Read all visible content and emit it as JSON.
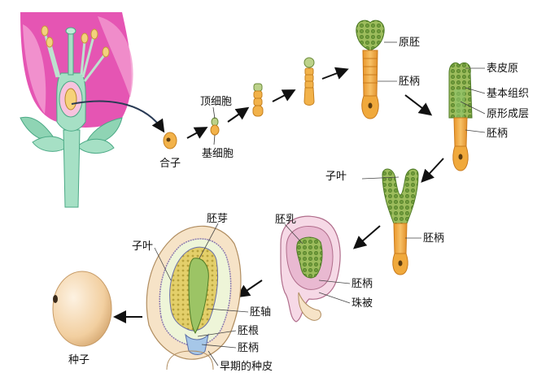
{
  "labels": {
    "zygote": "合子",
    "apical_cell": "顶细胞",
    "basal_cell": "基细胞",
    "proembryo": "原胚",
    "suspensor_1": "胚柄",
    "protoderm": "表皮原",
    "ground_meristem": "基本组织",
    "procambium": "原形成层",
    "suspensor_2": "胚柄",
    "cotyledon_1": "子叶",
    "suspensor_3": "胚柄",
    "endosperm": "胚乳",
    "suspensor_4": "胚柄",
    "integument": "珠被",
    "plumule": "胚芽",
    "cotyledon_2": "子叶",
    "hypocotyl": "胚轴",
    "radicle": "胚根",
    "suspensor_5": "胚柄",
    "early_seed_coat": "早期的种皮",
    "seed": "种子"
  },
  "colors": {
    "petal": "#e34fae",
    "petal_light": "#f3a2d6",
    "stem": "#9fdfc0",
    "stem_edge": "#4aa985",
    "suspensor": "#f0a93c",
    "suspensor_dark": "#c97a1c",
    "proembryo": "#8fb65a",
    "cell_dot": "#3d6b2a",
    "seed": "#f6dcb8",
    "seed_shade": "#d9ae7c",
    "ovule_pink": "#f0b8d0",
    "arrow": "#111111"
  }
}
